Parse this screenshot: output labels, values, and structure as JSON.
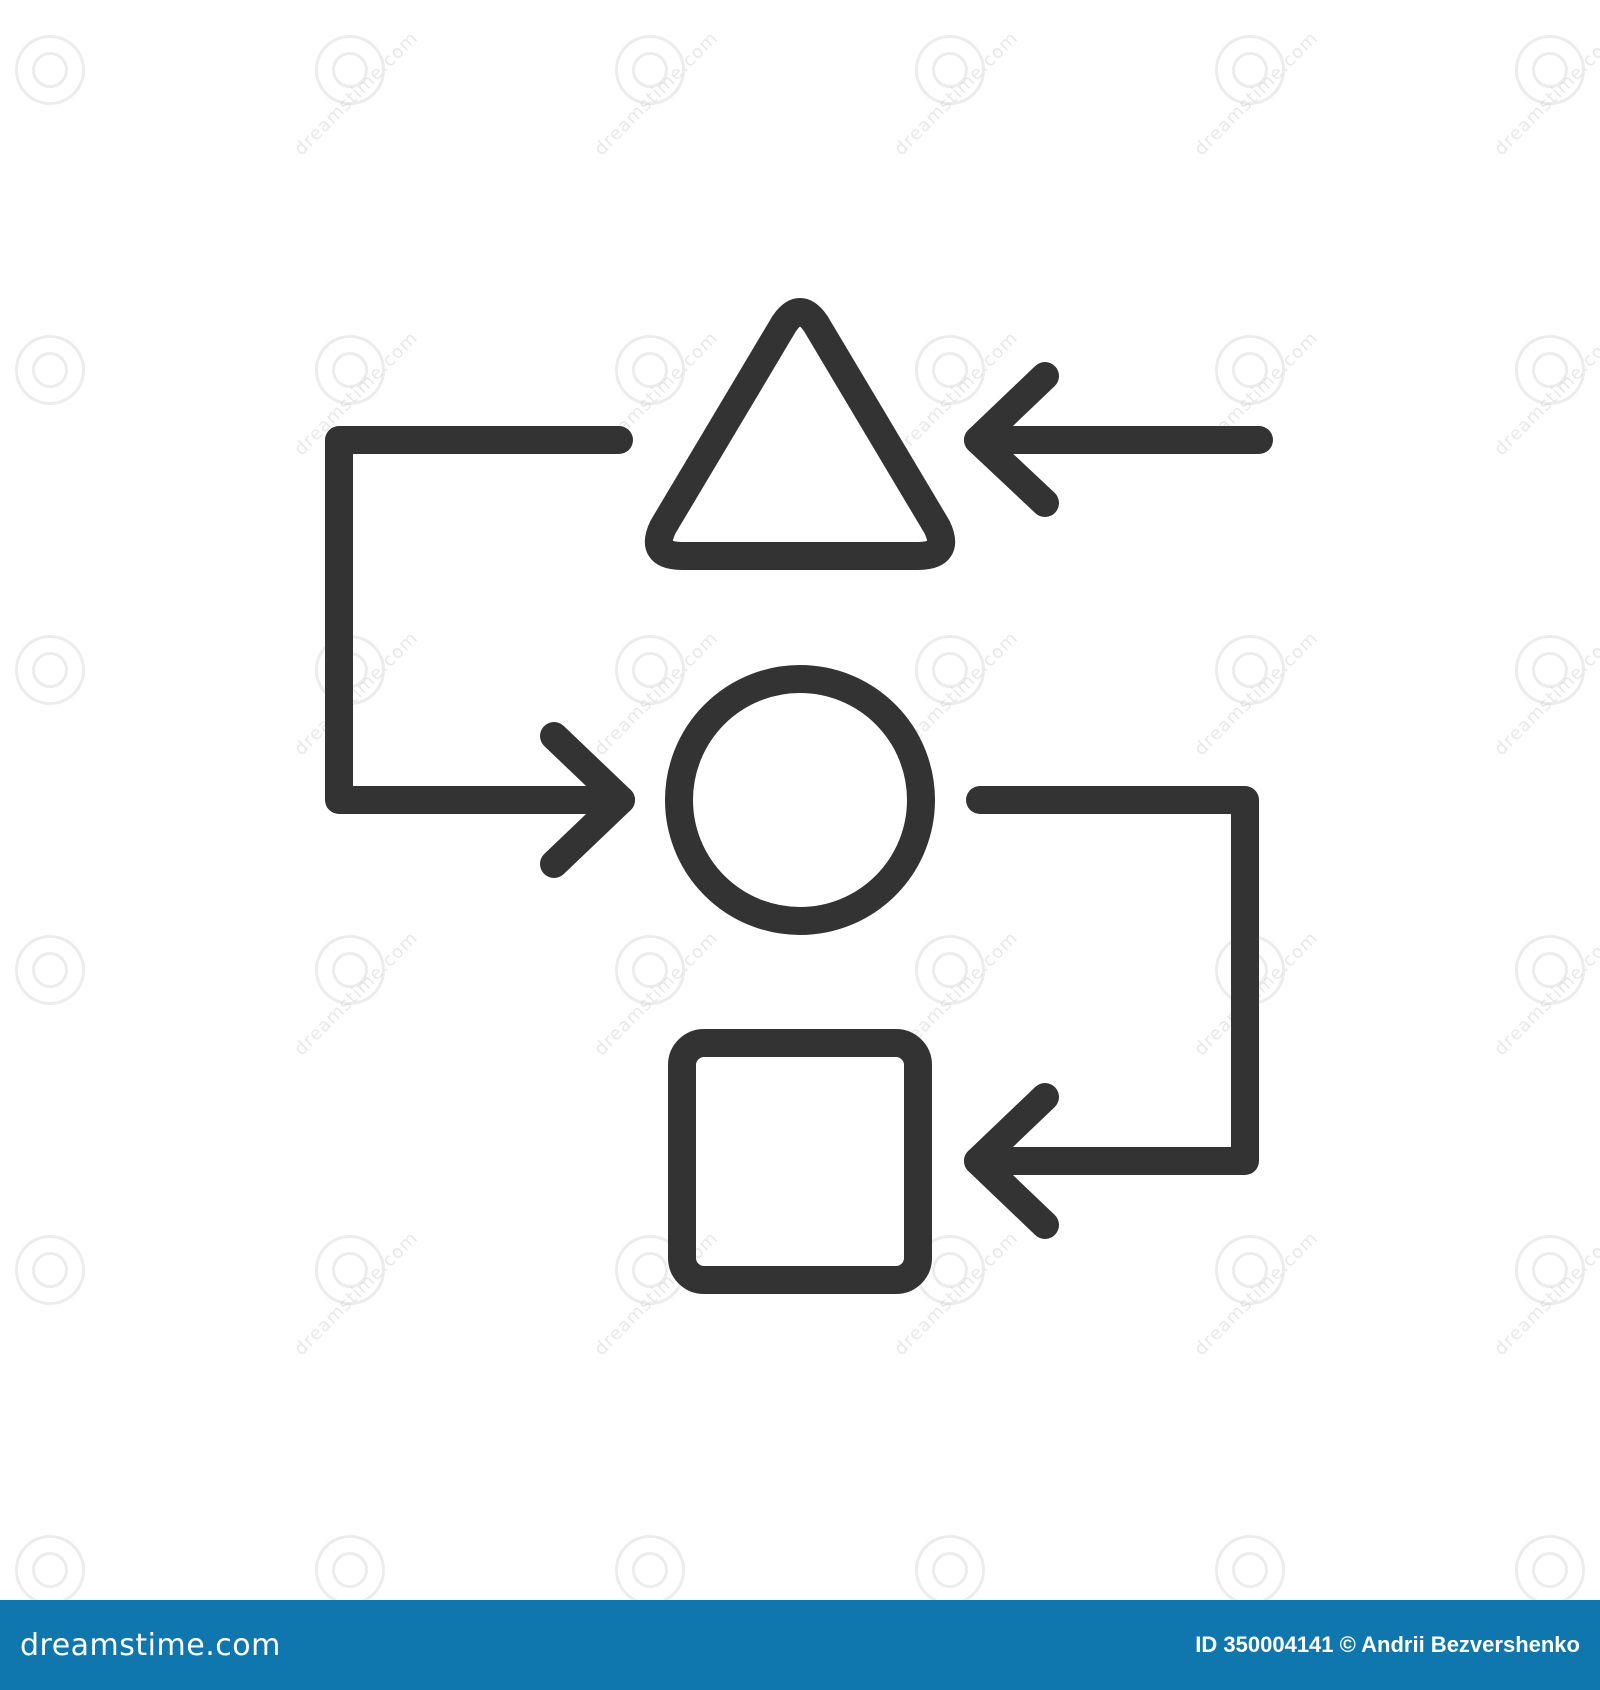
{
  "icon": {
    "name": "workflow-shapes-icon",
    "stroke_color": "#333333",
    "background_color": "#ffffff",
    "shapes": [
      "triangle-icon",
      "circle-icon",
      "square-icon"
    ],
    "arrows": [
      "arrow-left-into-triangle",
      "arrow-triangle-to-circle",
      "arrow-circle-to-square"
    ]
  },
  "watermark": {
    "text": "dreamstime.com",
    "color": "#c8c8c8"
  },
  "footer": {
    "logo_text": "dreamstime.com",
    "credit_text": "ID 350004141 © Andrii Bezvershenko",
    "background_color": "#0f77ae",
    "text_color": "#ffffff"
  }
}
